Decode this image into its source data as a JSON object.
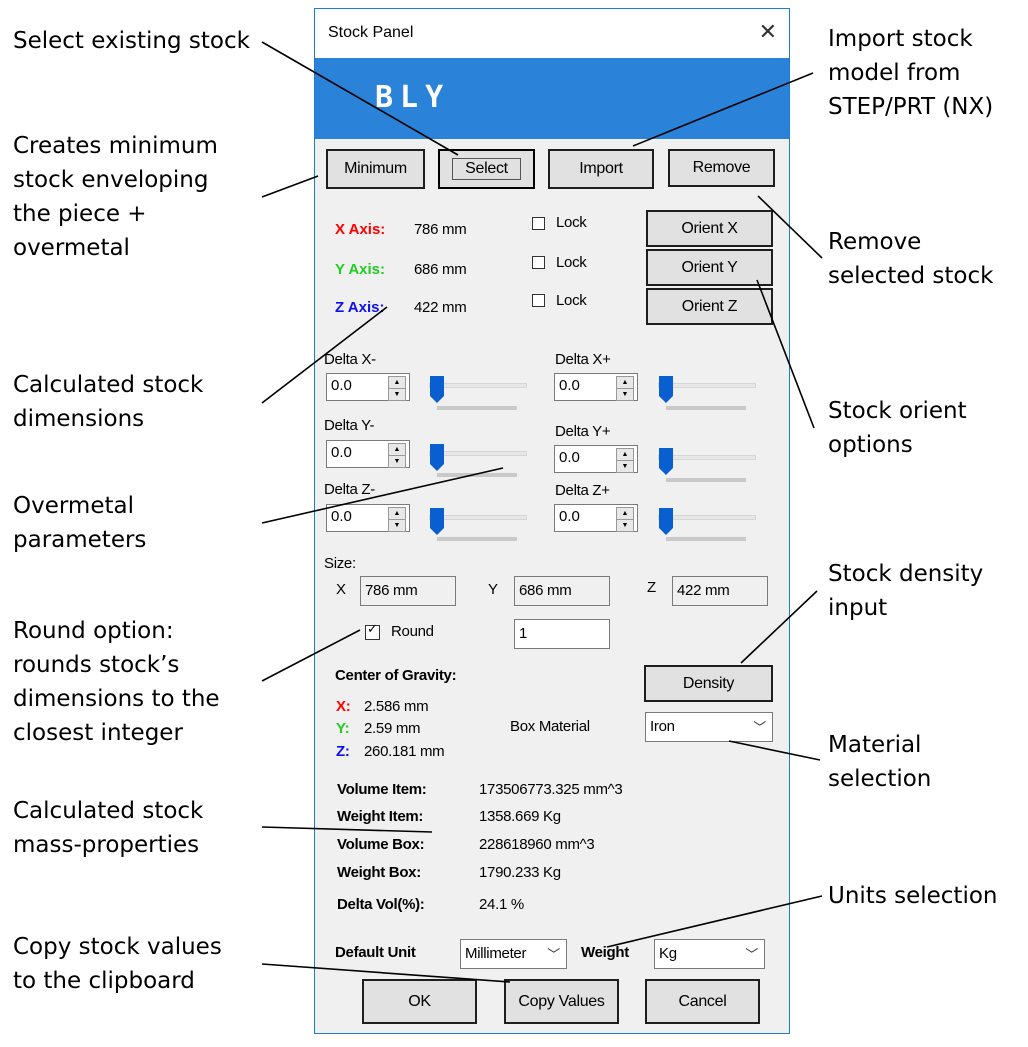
{
  "annotations": {
    "select_existing": "Select existing stock",
    "minimum_stock": [
      "Creates minimum",
      "stock enveloping",
      "the piece +",
      "overmetal"
    ],
    "calc_dimensions": [
      "Calculated stock",
      "dimensions"
    ],
    "overmetal": [
      "Overmetal",
      "parameters"
    ],
    "round_option": [
      "Round option:",
      "rounds stock’s",
      "dimensions to the",
      "closest integer"
    ],
    "mass_properties": [
      "Calculated stock",
      "mass-properties"
    ],
    "copy_values": [
      "Copy stock values",
      "to the clipboard"
    ],
    "import_model": [
      "Import stock",
      "model from",
      "STEP/PRT (NX)"
    ],
    "remove_stock": [
      "Remove",
      "selected stock"
    ],
    "orient_options": [
      "Stock orient",
      "options"
    ],
    "density_input": [
      "Stock density",
      "input"
    ],
    "material_selection": [
      "Material",
      "selection"
    ],
    "units_selection": "Units selection"
  },
  "window": {
    "title": "Stock Panel",
    "close_icon": "close-icon"
  },
  "banner": {
    "logo_text": "BLY",
    "color": "#2a82d9"
  },
  "buttons": {
    "minimum": "Minimum",
    "select": "Select",
    "import": "Import",
    "remove": "Remove",
    "orient_x": "Orient X",
    "orient_y": "Orient Y",
    "orient_z": "Orient Z",
    "density": "Density",
    "ok": "OK",
    "copy_values": "Copy Values",
    "cancel": "Cancel"
  },
  "axes": {
    "x": {
      "label": "X Axis:",
      "value": "786 mm",
      "color": "#ff0000",
      "lock_label": "Lock",
      "locked": false
    },
    "y": {
      "label": "Y Axis:",
      "value": "686 mm",
      "color": "#22cc22",
      "lock_label": "Lock",
      "locked": false
    },
    "z": {
      "label": "Z Axis:",
      "value": "422 mm",
      "color": "#1010ee",
      "lock_label": "Lock",
      "locked": false
    }
  },
  "deltas": {
    "x_minus": {
      "label": "Delta X-",
      "value": "0.0",
      "slider_level": 0
    },
    "x_plus": {
      "label": "Delta X+",
      "value": "0.0",
      "slider_level": 0
    },
    "y_minus": {
      "label": "Delta Y-",
      "value": "0.0",
      "slider_level": 0
    },
    "y_plus": {
      "label": "Delta Y+",
      "value": "0.0",
      "slider_level": 0
    },
    "z_minus": {
      "label": "Delta Z-",
      "value": "0.0",
      "slider_level": 0
    },
    "z_plus": {
      "label": "Delta Z+",
      "value": "0.0",
      "slider_level": 0
    }
  },
  "size": {
    "label": "Size:",
    "x_label": "X",
    "x_value": "786 mm",
    "y_label": "Y",
    "y_value": "686 mm",
    "z_label": "Z",
    "z_value": "422 mm"
  },
  "round": {
    "label": "Round",
    "checked": true,
    "value": "1"
  },
  "cog": {
    "title": "Center of Gravity:",
    "x_label": "X:",
    "x_value": "2.586 mm",
    "y_label": "Y:",
    "y_value": "2.59 mm",
    "z_label": "Z:",
    "z_value": "260.181 mm"
  },
  "material": {
    "label": "Box Material",
    "selected": "Iron"
  },
  "mass": {
    "volume_item_label": "Volume Item:",
    "volume_item": "173506773.325 mm^3",
    "weight_item_label": "Weight Item:",
    "weight_item": "1358.669 Kg",
    "volume_box_label": "Volume Box:",
    "volume_box": "228618960 mm^3",
    "weight_box_label": "Weight Box:",
    "weight_box": "1790.233 Kg",
    "delta_vol_label": "Delta Vol(%):",
    "delta_vol": "24.1 %"
  },
  "units": {
    "default_unit_label": "Default Unit",
    "default_unit": "Millimeter",
    "weight_label": "Weight",
    "weight_unit": "Kg"
  }
}
